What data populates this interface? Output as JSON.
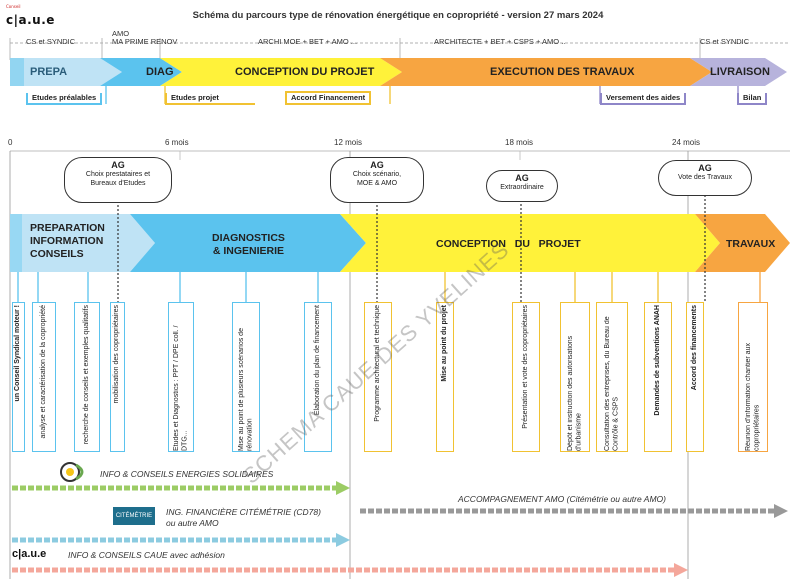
{
  "title": "Schéma du parcours type de rénovation énergétique en copropriété - version 27 mars 2024",
  "logo": {
    "small_text": "Conseil",
    "brand": "c|a.u.e"
  },
  "top": {
    "actors": [
      "CS et SYNDIC",
      "AMO\nMA PRIME RENOV",
      "ARCHI MOE + BET + AMO ...",
      "ARCHITECTE + BET + CSPS + AMO ..",
      "CS et SYNDIC"
    ],
    "phases": [
      "PREPA",
      "DIAG",
      "CONCEPTION DU PROJET",
      "EXECUTION DES TRAVAUX",
      "LIVRAISON"
    ],
    "deliverables": [
      "Etudes préalables",
      "Etudes projet",
      "Accord Financement",
      "Versement des aides",
      "Bilan"
    ]
  },
  "months": [
    "0",
    "6 mois",
    "12 mois",
    "18 mois",
    "24 mois"
  ],
  "ag": [
    {
      "title": "AG",
      "text": "Choix prestataires et\nBureaux d'Etudes"
    },
    {
      "title": "AG",
      "text": "Choix scénario,\nMOE & AMO"
    },
    {
      "title": "AG",
      "text": "Extraordinaire"
    },
    {
      "title": "AG",
      "text": "Vote des Travaux"
    }
  ],
  "phases": [
    {
      "label": "PREPARATION\nINFORMATION\nCONSEILS"
    },
    {
      "label": "DIAGNOSTICS\n& INGENIERIE"
    },
    {
      "label": "CONCEPTION   DU   PROJET"
    },
    {
      "label": "TRAVAUX"
    }
  ],
  "tasks": [
    "un Conseil Syndical moteur !",
    "analyse et caractérisation de la copropriété",
    "recherche de conseils et exemples qualitatifs",
    "mobilisation des copropriétaires",
    "Etudes et Diagnostics : PPT / DPE coll. / DTG...",
    "Mise au point de plusieurs scénarios de rénovation",
    "Élaboration du plan de financement",
    "Programme architectural et technique",
    "Mise au point du projet",
    "Présentation et vote des copropriétaires",
    "Dépôt et instruction des autorisations d'urbanisme",
    "Consultation des entreprises, du Bureau de Contrôle & CSPS",
    "Demandes de subventions ANAH",
    "Accord des financements",
    "Réunion d'information chantier aux copropriétaires"
  ],
  "info": {
    "energies": "INFO & CONSEILS ENERGIES SOLIDAIRES",
    "amo": "ACCOMPAGNEMENT AMO (Citémétrie ou autre AMO)",
    "citemetrie_logo": "CITÉMÉTRIE",
    "citemetrie": "ING. FINANCIÈRE CITÉMÉTRIE (CD78)\nou autre AMO",
    "caue": "INFO & CONSEILS CAUE avec adhésion"
  },
  "watermark": "SCHEMA CAUE DES YVELINES",
  "colors": {
    "blue_light": "#bfe3f5",
    "blue": "#5bc3ee",
    "yellow": "#fff23a",
    "orange": "#f7a541",
    "purple": "#b7b3dc",
    "green_arrow": "#8bc34a",
    "red_arrow": "#f08f80"
  }
}
